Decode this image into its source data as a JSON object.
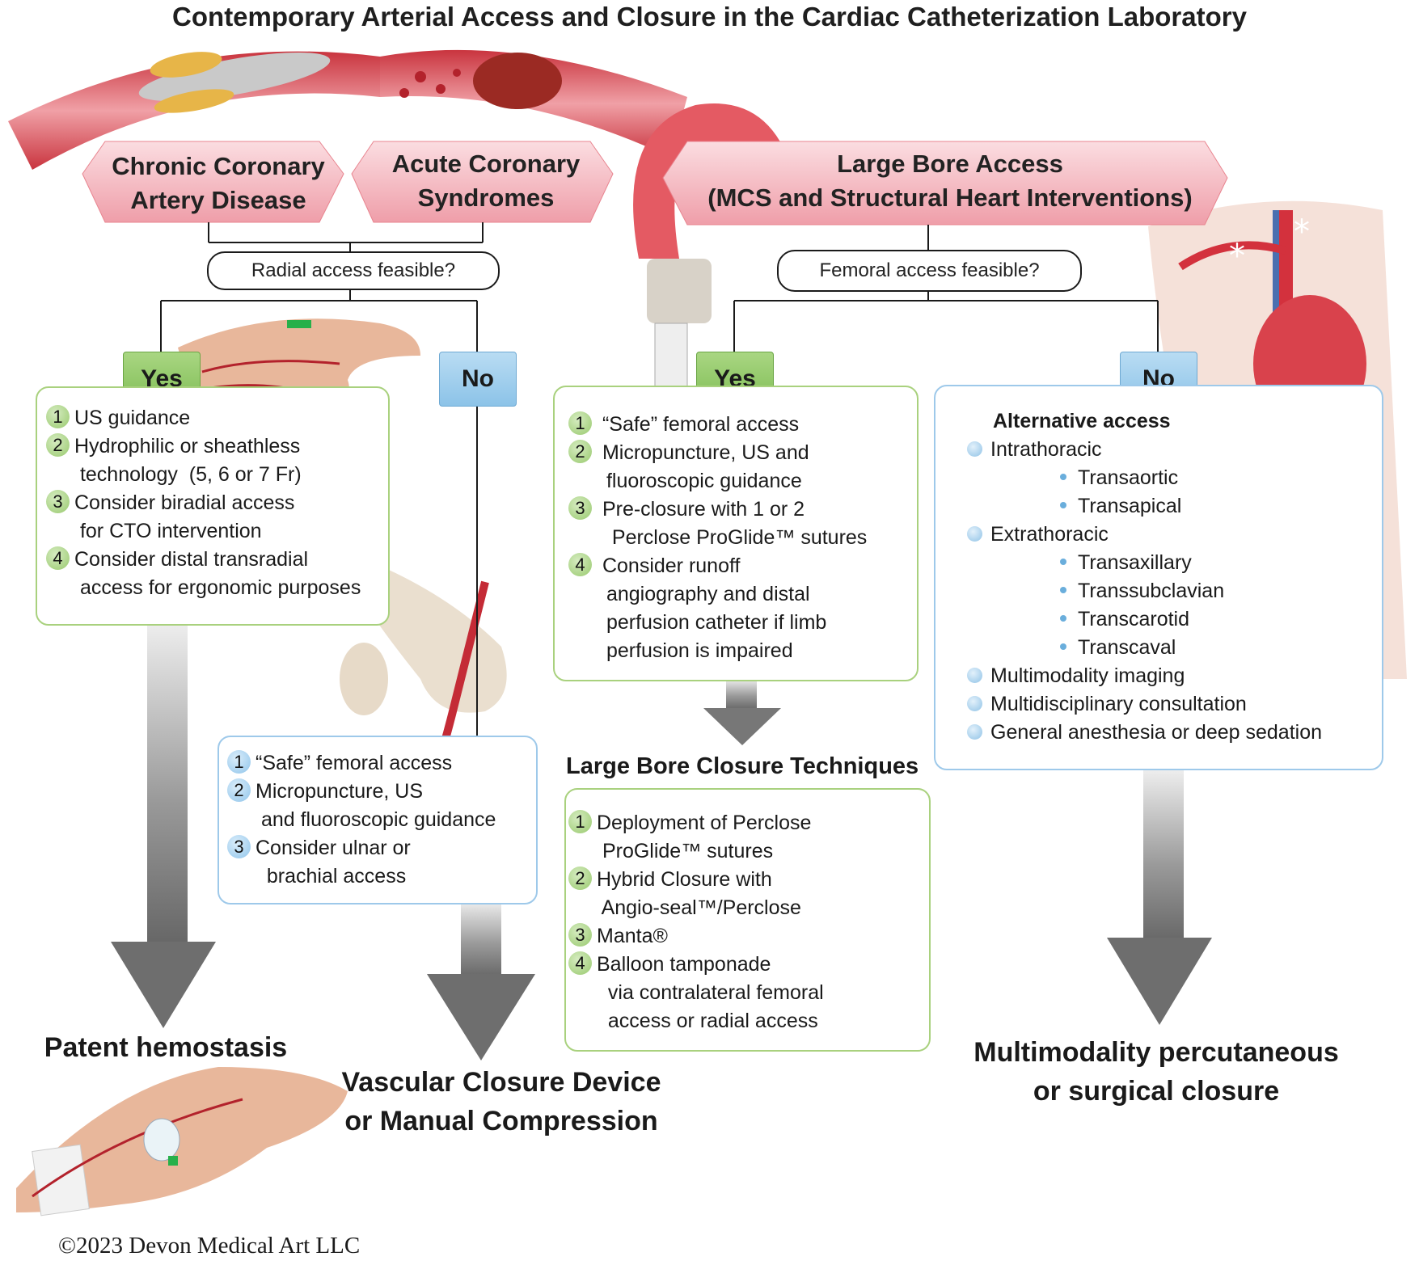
{
  "title": "Contemporary Arterial Access and Closure in the Cardiac Catheterization Laboratory",
  "categories": {
    "chronic": "Chronic Coronary\nArtery Disease",
    "acute": "Acute Coronary\nSyndromes",
    "large_bore": "Large Bore Access\n(MCS and Structural Heart Interventions)"
  },
  "questions": {
    "radial": "Radial access feasible?",
    "femoral": "Femoral access feasible?"
  },
  "labels": {
    "yes": "Yes",
    "no": "No"
  },
  "radial_yes": [
    {
      "n": "1",
      "lines": [
        "US guidance"
      ]
    },
    {
      "n": "2",
      "lines": [
        "Hydrophilic or sheathless",
        " technology  (5, 6 or 7 Fr)"
      ]
    },
    {
      "n": "3",
      "lines": [
        "Consider biradial access",
        " for CTO intervention"
      ]
    },
    {
      "n": "4",
      "lines": [
        "Consider distal transradial",
        " access for ergonomic purposes"
      ]
    }
  ],
  "radial_no": [
    {
      "n": "1",
      "lines": [
        "“Safe” femoral access"
      ]
    },
    {
      "n": "2",
      "lines": [
        "Micropuncture, US",
        " and fluoroscopic guidance"
      ]
    },
    {
      "n": "3",
      "lines": [
        "Consider ulnar or",
        "  brachial access"
      ]
    }
  ],
  "femoral_yes": [
    {
      "n": "1",
      "lines": [
        "“Safe” femoral access"
      ]
    },
    {
      "n": "2",
      "lines": [
        "Micropuncture, US and",
        " fluoroscopic guidance"
      ]
    },
    {
      "n": "3",
      "lines": [
        "Pre-closure with 1 or 2",
        "  Perclose ProGlide™ sutures"
      ]
    },
    {
      "n": "4",
      "lines": [
        "Consider runoff",
        " angiography and distal",
        " perfusion catheter if limb",
        " perfusion is impaired"
      ]
    }
  ],
  "femoral_no": {
    "heading": "Alternative access",
    "intrathoracic": "Intrathoracic",
    "intrathoracic_sub": [
      "Transaortic",
      "Transapical"
    ],
    "extrathoracic": "Extrathoracic",
    "extrathoracic_sub": [
      "Transaxillary",
      "Transsubclavian",
      "Transcarotid",
      "Transcaval"
    ],
    "others": [
      "Multimodality imaging",
      "Multidisciplinary consultation",
      "General anesthesia or deep sedation"
    ]
  },
  "closure": {
    "heading": "Large Bore Closure Techniques",
    "items": [
      {
        "n": "1",
        "lines": [
          "Deployment of Perclose",
          " ProGlide™ sutures"
        ]
      },
      {
        "n": "2",
        "lines": [
          "Hybrid Closure with",
          " Angio-seal™/Perclose"
        ]
      },
      {
        "n": "3",
        "lines": [
          "Manta®"
        ]
      },
      {
        "n": "4",
        "lines": [
          "Balloon tamponade",
          "  via contralateral femoral",
          "  access or radial access"
        ]
      }
    ]
  },
  "outcomes": {
    "patent": "Patent hemostasis",
    "vascular": "Vascular Closure Device\nor Manual Compression",
    "multimodality": "Multimodality percutaneous\nor surgical closure"
  },
  "copyright": "©2023 Devon Medical Art LLC",
  "colors": {
    "green": "#8cc465",
    "blue": "#9ccbea",
    "pink": "#f3b8c0",
    "arrow": "#777777"
  }
}
